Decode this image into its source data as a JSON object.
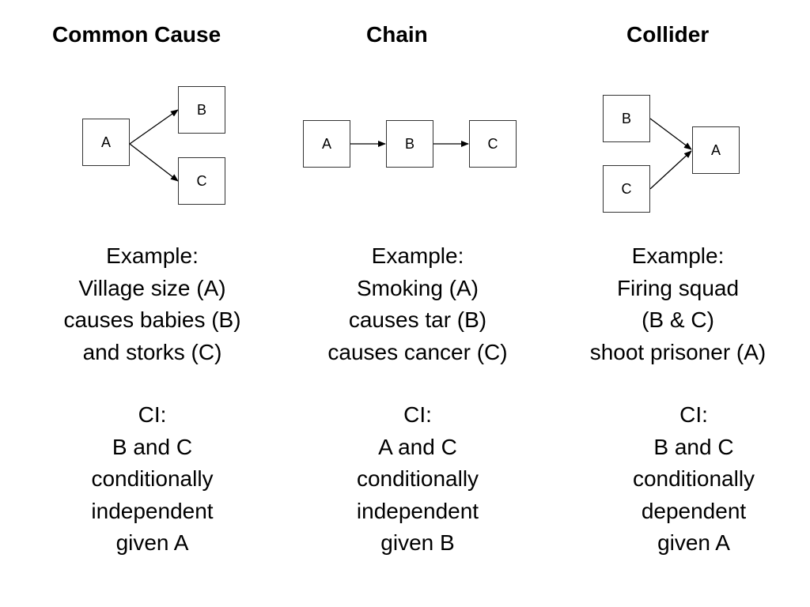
{
  "columns": [
    {
      "title": "Common Cause",
      "nodes": {
        "a": "A",
        "b": "B",
        "c": "C"
      },
      "example": [
        "Example:",
        "Village size (A)",
        "causes babies (B)",
        "and storks (C)"
      ],
      "ci": [
        "CI:",
        "B and C",
        "conditionally",
        "independent",
        "given A"
      ]
    },
    {
      "title": "Chain",
      "nodes": {
        "a": "A",
        "b": "B",
        "c": "C"
      },
      "example": [
        "Example:",
        "Smoking (A)",
        "causes tar (B)",
        "causes cancer (C)"
      ],
      "ci": [
        "CI:",
        "A and C",
        "conditionally",
        "independent",
        "given B"
      ]
    },
    {
      "title": "Collider",
      "nodes": {
        "a": "A",
        "b": "B",
        "c": "C"
      },
      "example": [
        "Example:",
        "Firing squad",
        "(B & C)",
        "shoot prisoner (A)"
      ],
      "ci": [
        "CI:",
        "B and C",
        "conditionally",
        "dependent",
        "given A"
      ]
    }
  ]
}
